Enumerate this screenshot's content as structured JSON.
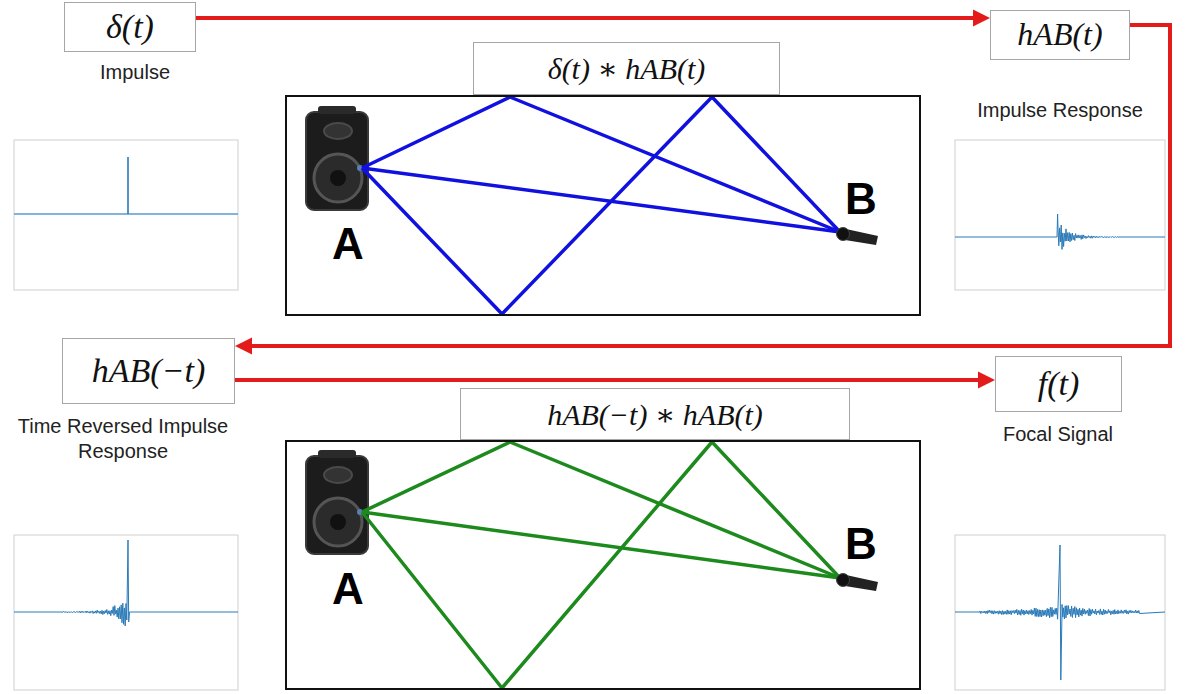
{
  "diagram": {
    "nodes": [
      {
        "text": [
          "δ(t)"
        ]
      },
      {
        "text": [
          "δ(t) ∗ hAB(t)"
        ]
      },
      {
        "text": [
          "A",
          "B"
        ]
      },
      {
        "text": [
          "hAB(t)"
        ]
      },
      {
        "text": [
          "hAB(−t)"
        ]
      },
      {
        "text": [
          "hAB(−t) ∗ hAB(t)"
        ]
      },
      {
        "text": [
          "A",
          "B"
        ]
      },
      {
        "text": [
          "f(t)"
        ]
      }
    ],
    "edges": [
      {
        "from": 0,
        "to": 3,
        "arrow": "to"
      },
      {
        "from": 3,
        "to": 4,
        "arrow": "to"
      },
      {
        "from": 4,
        "to": 7,
        "arrow": "to"
      }
    ],
    "labels": [
      "Impulse",
      "Impulse Response",
      "Time Reversed Impulse Response",
      "Focal Signal"
    ]
  }
}
